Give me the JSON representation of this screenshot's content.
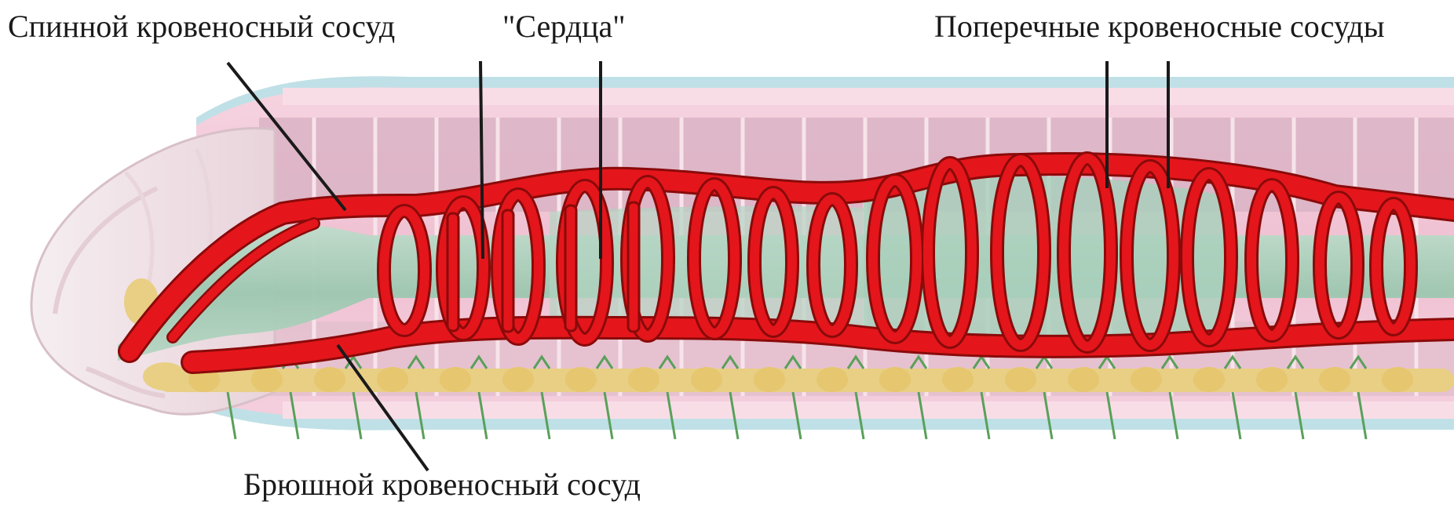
{
  "labels": {
    "dorsal_vessel": "Спинной кровеносный сосуд",
    "hearts": "\"Сердца\"",
    "transverse_vessels": "Поперечные кровеносные сосуды",
    "ventral_vessel": "Брюшной кровеносный сосуд"
  },
  "colors": {
    "blood_vessel": "#e4161b",
    "vessel_outline": "#8a0a0a",
    "body_pink": "#f3c8d8",
    "segment_mauve": "#c8a3b4",
    "gut_green": "#a6cdb8",
    "nerve_yellow": "#e8cf84",
    "cuticle_blue": "#bfe0e6",
    "nerve_green": "#5aa05a"
  }
}
